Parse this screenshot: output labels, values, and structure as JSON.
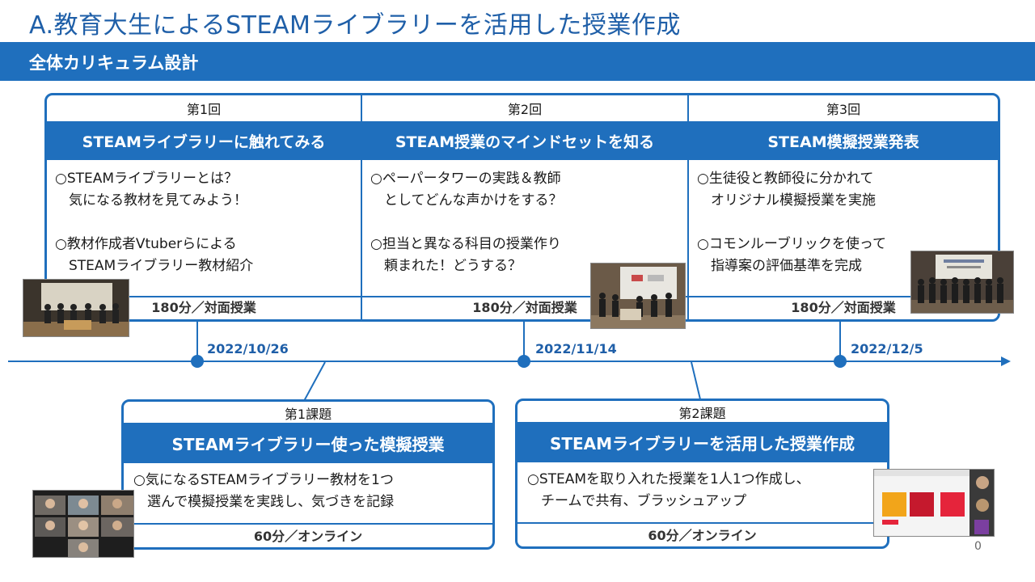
{
  "title": "A.教育大生によるSTEAMライブラリーを活用した授業作成",
  "section": "全体カリキュラム設計",
  "sessions": [
    {
      "number": "第1回",
      "heading": "STEAMライブラリーに触れてみる",
      "body": "○STEAMライブラリーとは？\n　気になる教材を見てみよう！\n\n○教材作成者Vtuberらによる\n　STEAMライブラリー教材紹介",
      "footer": "180分／対面授業"
    },
    {
      "number": "第2回",
      "heading": "STEAM授業のマインドセットを知る",
      "body": "○ペーパータワーの実践＆教師\n　としてどんな声かけをする？\n\n○担当と異なる科目の授業作り\n　頼まれた！どうする？",
      "footer": "180分／対面授業"
    },
    {
      "number": "第3回",
      "heading": "STEAM模擬授業発表",
      "body": "○生徒役と教師役に分かれて\n　オリジナル模擬授業を実施\n\n○コモンルーブリックを使って\n　指導案の評価基準を完成",
      "footer": "180分／対面授業"
    }
  ],
  "timeline": {
    "dates": [
      "2022/10/26",
      "2022/11/14",
      "2022/12/5"
    ]
  },
  "tasks": [
    {
      "number": "第1課題",
      "heading": "STEAMライブラリー使った模擬授業",
      "body": "○気になるSTEAMライブラリー教材を1つ\n　選んで模擬授業を実践し、気づきを記録",
      "footer": "60分／オンライン"
    },
    {
      "number": "第2課題",
      "heading": "STEAMライブラリーを活用した授業作成",
      "body": "○STEAMを取り入れた授業を1人1つ作成し、\n　チームで共有、ブラッシュアップ",
      "footer": "60分／オンライン"
    }
  ],
  "page_number": "0"
}
